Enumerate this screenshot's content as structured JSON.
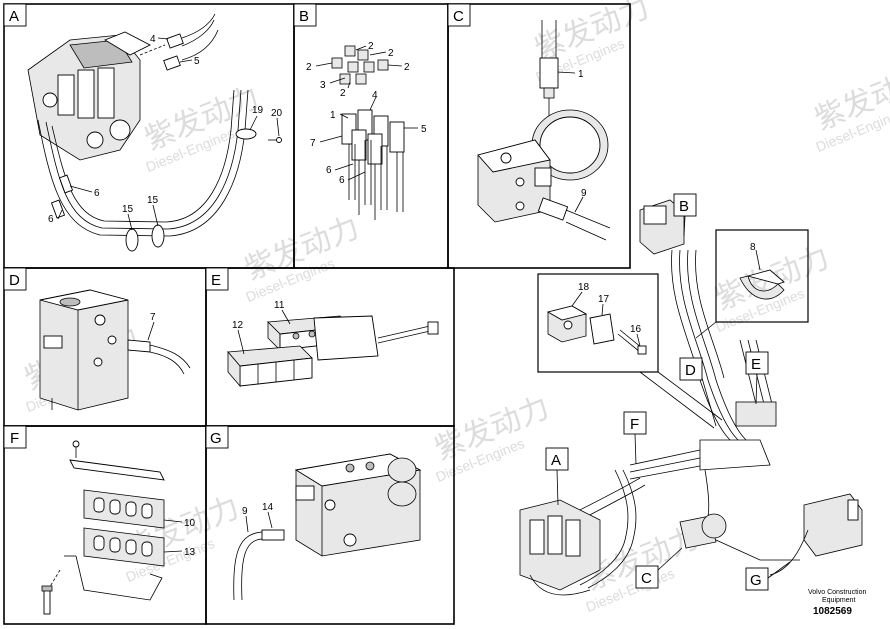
{
  "diagram": {
    "panels": [
      {
        "id": "A",
        "labels": [
          "4",
          "5",
          "6",
          "6",
          "15",
          "15",
          "19",
          "20"
        ]
      },
      {
        "id": "B",
        "labels": [
          "2",
          "2",
          "2",
          "2",
          "2",
          "3",
          "1",
          "4",
          "5",
          "7",
          "6",
          "6"
        ]
      },
      {
        "id": "C",
        "labels": [
          "1",
          "9"
        ]
      },
      {
        "id": "D",
        "labels": [
          "7"
        ]
      },
      {
        "id": "E",
        "labels": [
          "11",
          "12"
        ]
      },
      {
        "id": "F",
        "labels": [
          "10",
          "13"
        ]
      },
      {
        "id": "G",
        "labels": [
          "9",
          "14"
        ]
      }
    ],
    "overview_tags": [
      "A",
      "B",
      "C",
      "D",
      "E",
      "F",
      "G"
    ],
    "detail_labels": [
      "8",
      "18",
      "17",
      "16"
    ],
    "watermark": {
      "cn": "紫发动力",
      "en": "Diesel-Engines"
    },
    "footer": {
      "line1": "Volvo Construction",
      "line2": "Equipment",
      "doc_number": "1082569"
    }
  }
}
